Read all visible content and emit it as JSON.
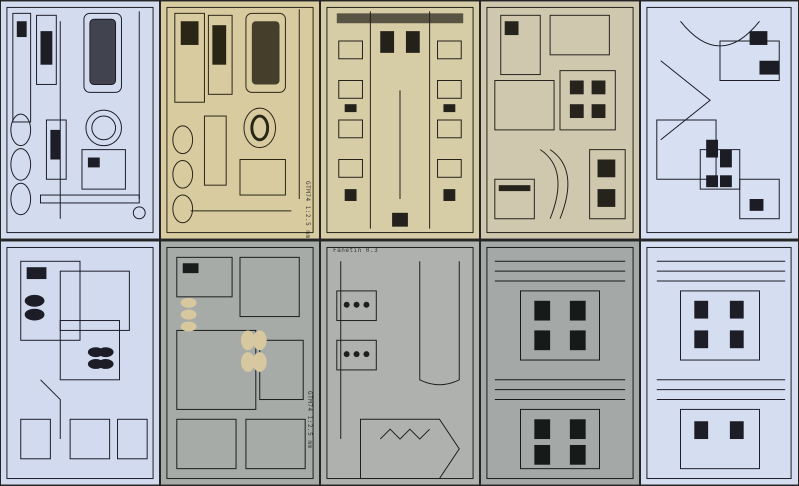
{
  "image": {
    "description_free": true,
    "sheets": [
      {
        "id": "r0c0",
        "style": "blue",
        "fill": "#d3dbef",
        "ink": "#1d1d26",
        "label": ""
      },
      {
        "id": "r0c1",
        "style": "brass",
        "fill": "#d8cba0",
        "ink": "#2a2616",
        "label": "GTM74 1:2.5 mm"
      },
      {
        "id": "r0c2",
        "style": "brass",
        "fill": "#d6cca6",
        "ink": "#24201a",
        "label": ""
      },
      {
        "id": "r0c3",
        "style": "brass",
        "fill": "#cfc8ae",
        "ink": "#26221c",
        "label": ""
      },
      {
        "id": "r0c4",
        "style": "blue",
        "fill": "#d7dff2",
        "ink": "#1c1c24",
        "label": ""
      },
      {
        "id": "r1c0",
        "style": "blue",
        "fill": "#d2daf0",
        "ink": "#1c1d26",
        "label": ""
      },
      {
        "id": "r1c1",
        "style": "steel",
        "fill": "#a7aba7",
        "ink": "#1a1c1c",
        "label": "GTM74 1:2.5 mm"
      },
      {
        "id": "r1c2",
        "style": "steel",
        "fill": "#aeb1ae",
        "ink": "#1d1f1f",
        "label": "Fanetin 0.3"
      },
      {
        "id": "r1c3",
        "style": "steel",
        "fill": "#a4a8a6",
        "ink": "#181a1a",
        "label": ""
      },
      {
        "id": "r1c4",
        "style": "blue",
        "fill": "#d5ddf0",
        "ink": "#1c1d26",
        "label": ""
      }
    ]
  }
}
